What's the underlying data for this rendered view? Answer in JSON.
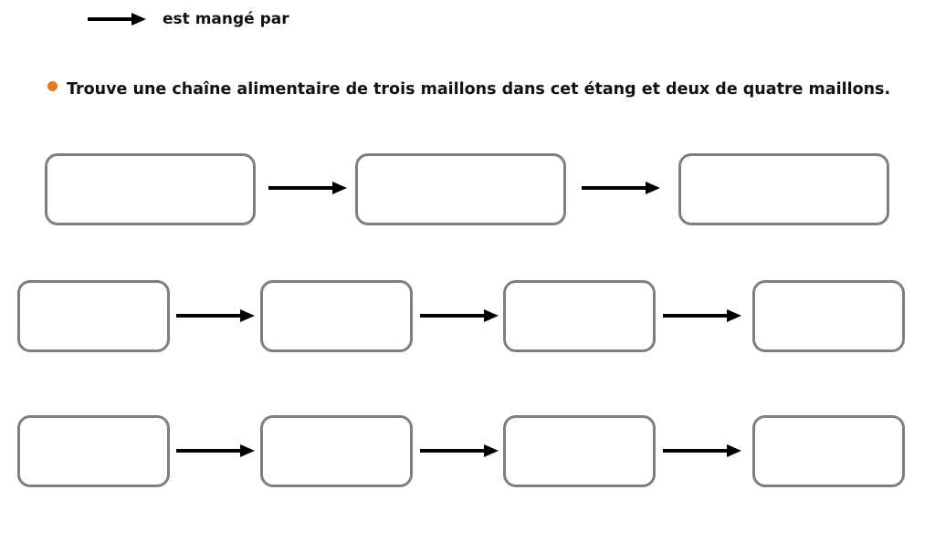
{
  "legend": {
    "icon": "arrow-right-icon",
    "label": "est mangé par"
  },
  "instruction": {
    "bullet_color": "#e07b22",
    "text": "Trouve une chaîne alimentaire de trois maillons dans cet étang et deux de quatre maillons."
  },
  "chains": [
    {
      "name": "chain-three-links",
      "links": [
        "",
        "",
        ""
      ]
    },
    {
      "name": "chain-four-links-1",
      "links": [
        "",
        "",
        "",
        ""
      ]
    },
    {
      "name": "chain-four-links-2",
      "links": [
        "",
        "",
        "",
        ""
      ]
    }
  ],
  "colors": {
    "box_border": "#7f7f7f",
    "arrow": "#000000",
    "bullet": "#e07b22"
  }
}
